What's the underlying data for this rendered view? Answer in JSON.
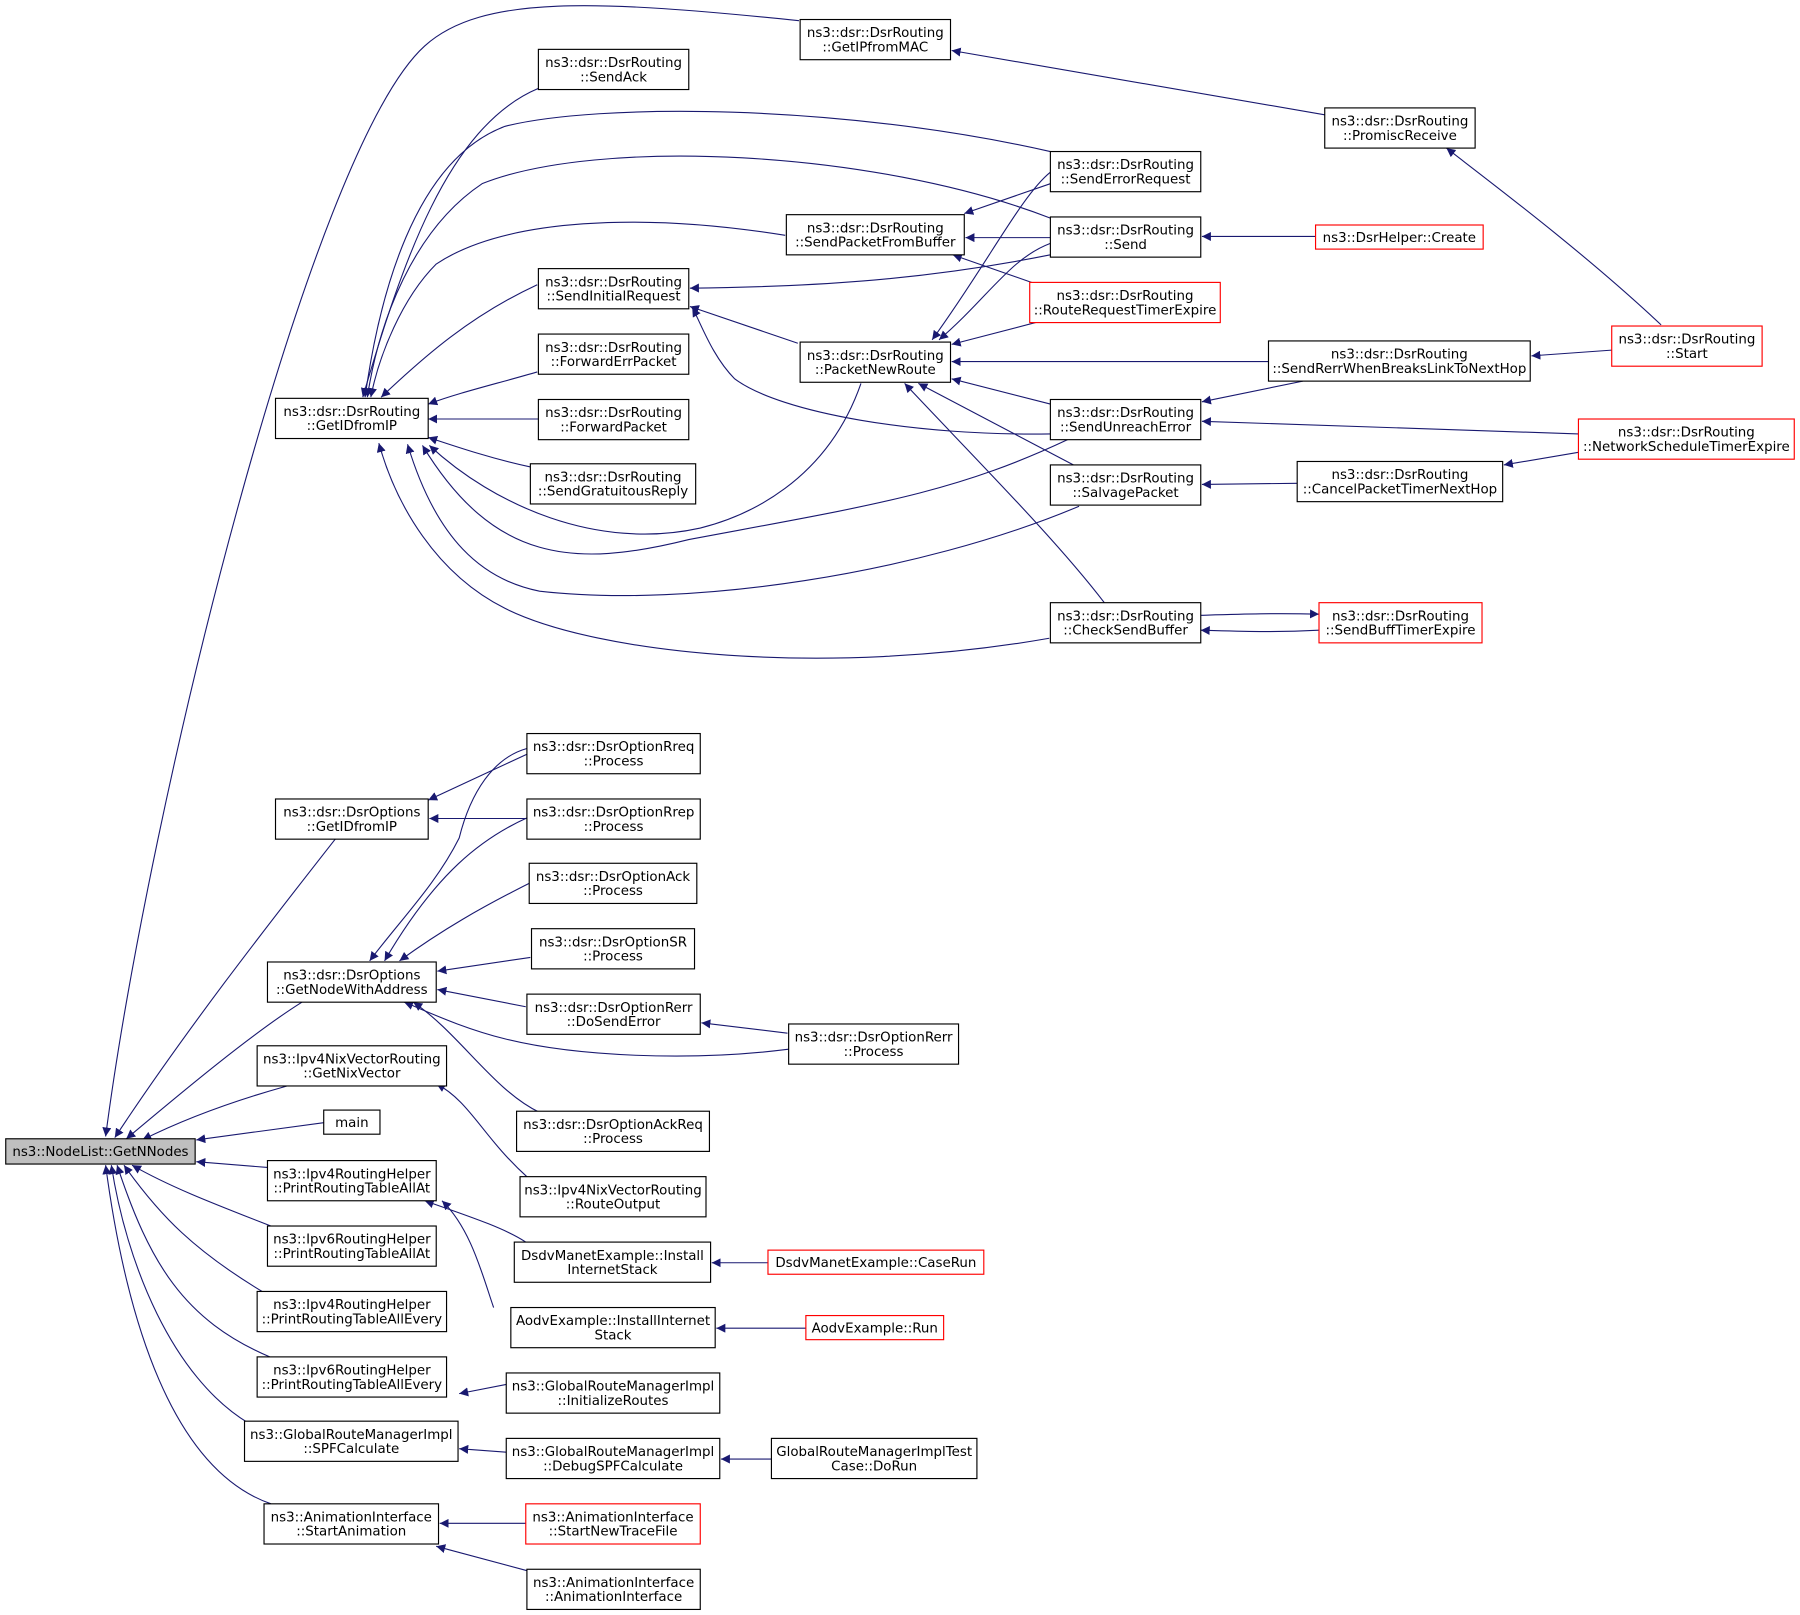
{
  "colors": {
    "edge": "#191970",
    "node_border": "#000000",
    "truncated_border": "#ff0000",
    "root_fill": "#bfbfbf"
  },
  "nodes": [
    {
      "id": "getnnodes",
      "lines": [
        "ns3::NodeList::GetNNodes"
      ],
      "style": "root"
    },
    {
      "id": "getipfrommac",
      "lines": [
        "ns3::dsr::DsrRouting",
        "::GetIPfromMAC"
      ]
    },
    {
      "id": "sendack",
      "lines": [
        "ns3::dsr::DsrRouting",
        "::SendAck"
      ]
    },
    {
      "id": "promiscreceive",
      "lines": [
        "ns3::dsr::DsrRouting",
        "::PromiscReceive"
      ]
    },
    {
      "id": "senderrorrequest",
      "lines": [
        "ns3::dsr::DsrRouting",
        "::SendErrorRequest"
      ]
    },
    {
      "id": "sendpacketfrombuffer",
      "lines": [
        "ns3::dsr::DsrRouting",
        "::SendPacketFromBuffer"
      ]
    },
    {
      "id": "send",
      "lines": [
        "ns3::dsr::DsrRouting",
        "::Send"
      ]
    },
    {
      "id": "dsrhelpercreate",
      "lines": [
        "ns3::DsrHelper::Create"
      ],
      "style": "red"
    },
    {
      "id": "sendinitialrequest",
      "lines": [
        "ns3::dsr::DsrRouting",
        "::SendInitialRequest"
      ]
    },
    {
      "id": "routerequesttimerexpire",
      "lines": [
        "ns3::dsr::DsrRouting",
        "::RouteRequestTimerExpire"
      ],
      "style": "red"
    },
    {
      "id": "start",
      "lines": [
        "ns3::dsr::DsrRouting",
        "::Start"
      ],
      "style": "red"
    },
    {
      "id": "forwarderrpacket",
      "lines": [
        "ns3::dsr::DsrRouting",
        "::ForwardErrPacket"
      ]
    },
    {
      "id": "packetnewroute",
      "lines": [
        "ns3::dsr::DsrRouting",
        "::PacketNewRoute"
      ]
    },
    {
      "id": "sendrerrwhenbreaks",
      "lines": [
        "ns3::dsr::DsrRouting",
        "::SendRerrWhenBreaksLinkToNextHop"
      ]
    },
    {
      "id": "getidfromip",
      "lines": [
        "ns3::dsr::DsrRouting",
        "::GetIDfromIP"
      ]
    },
    {
      "id": "forwardpacket",
      "lines": [
        "ns3::dsr::DsrRouting",
        "::ForwardPacket"
      ]
    },
    {
      "id": "sendunreacherror",
      "lines": [
        "ns3::dsr::DsrRouting",
        "::SendUnreachError"
      ]
    },
    {
      "id": "networkscheduletimerexpire",
      "lines": [
        "ns3::dsr::DsrRouting",
        "::NetworkScheduleTimerExpire"
      ],
      "style": "red"
    },
    {
      "id": "sendgratuitousreply",
      "lines": [
        "ns3::dsr::DsrRouting",
        "::SendGratuitousReply"
      ]
    },
    {
      "id": "salvagepacket",
      "lines": [
        "ns3::dsr::DsrRouting",
        "::SalvagePacket"
      ]
    },
    {
      "id": "cancelpackettimernexthop",
      "lines": [
        "ns3::dsr::DsrRouting",
        "::CancelPacketTimerNextHop"
      ]
    },
    {
      "id": "checksendbuffer",
      "lines": [
        "ns3::dsr::DsrRouting",
        "::CheckSendBuffer"
      ]
    },
    {
      "id": "sendbufftimerexpire",
      "lines": [
        "ns3::dsr::DsrRouting",
        "::SendBuffTimerExpire"
      ],
      "style": "red"
    },
    {
      "id": "optionrreq",
      "lines": [
        "ns3::dsr::DsrOptionRreq",
        "::Process"
      ]
    },
    {
      "id": "optionsgetidfromip",
      "lines": [
        "ns3::dsr::DsrOptions",
        "::GetIDfromIP"
      ]
    },
    {
      "id": "optionrrep",
      "lines": [
        "ns3::dsr::DsrOptionRrep",
        "::Process"
      ]
    },
    {
      "id": "optionack",
      "lines": [
        "ns3::dsr::DsrOptionAck",
        "::Process"
      ]
    },
    {
      "id": "optionsr",
      "lines": [
        "ns3::dsr::DsrOptionSR",
        "::Process"
      ]
    },
    {
      "id": "getnodewithaddress",
      "lines": [
        "ns3::dsr::DsrOptions",
        "::GetNodeWithAddress"
      ]
    },
    {
      "id": "optionrerrdosenderror",
      "lines": [
        "ns3::dsr::DsrOptionRerr",
        "::DoSendError"
      ]
    },
    {
      "id": "optionrerrprocess",
      "lines": [
        "ns3::dsr::DsrOptionRerr",
        "::Process"
      ]
    },
    {
      "id": "getnixvector",
      "lines": [
        "ns3::Ipv4NixVectorRouting",
        "::GetNixVector"
      ]
    },
    {
      "id": "optionackreq",
      "lines": [
        "ns3::dsr::DsrOptionAckReq",
        "::Process"
      ]
    },
    {
      "id": "main",
      "lines": [
        "main"
      ]
    },
    {
      "id": "routeoutput",
      "lines": [
        "ns3::Ipv4NixVectorRouting",
        "::RouteOutput"
      ]
    },
    {
      "id": "ipv4printat",
      "lines": [
        "ns3::Ipv4RoutingHelper",
        "::PrintRoutingTableAllAt"
      ]
    },
    {
      "id": "dsdvinstall",
      "lines": [
        "DsdvManetExample::Install",
        "InternetStack"
      ]
    },
    {
      "id": "dsdvcaserun",
      "lines": [
        "DsdvManetExample::CaseRun"
      ],
      "style": "red"
    },
    {
      "id": "ipv6printat",
      "lines": [
        "ns3::Ipv6RoutingHelper",
        "::PrintRoutingTableAllAt"
      ]
    },
    {
      "id": "ipv4printevery",
      "lines": [
        "ns3::Ipv4RoutingHelper",
        "::PrintRoutingTableAllEvery"
      ]
    },
    {
      "id": "aodvinstall",
      "lines": [
        "AodvExample::InstallInternet",
        "Stack"
      ]
    },
    {
      "id": "aodvrun",
      "lines": [
        "AodvExample::Run"
      ],
      "style": "red"
    },
    {
      "id": "ipv6printevery",
      "lines": [
        "ns3::Ipv6RoutingHelper",
        "::PrintRoutingTableAllEvery"
      ]
    },
    {
      "id": "initializeroutes",
      "lines": [
        "ns3::GlobalRouteManagerImpl",
        "::InitializeRoutes"
      ]
    },
    {
      "id": "spfcalculate",
      "lines": [
        "ns3::GlobalRouteManagerImpl",
        "::SPFCalculate"
      ]
    },
    {
      "id": "debugspfcalculate",
      "lines": [
        "ns3::GlobalRouteManagerImpl",
        "::DebugSPFCalculate"
      ]
    },
    {
      "id": "grmtestcase",
      "lines": [
        "GlobalRouteManagerImplTest",
        "Case::DoRun"
      ]
    },
    {
      "id": "startanimation",
      "lines": [
        "ns3::AnimationInterface",
        "::StartAnimation"
      ]
    },
    {
      "id": "startnewtracefile",
      "lines": [
        "ns3::AnimationInterface",
        "::StartNewTraceFile"
      ],
      "style": "red"
    },
    {
      "id": "animationinterface",
      "lines": [
        "ns3::AnimationInterface",
        "::AnimationInterface"
      ]
    }
  ]
}
